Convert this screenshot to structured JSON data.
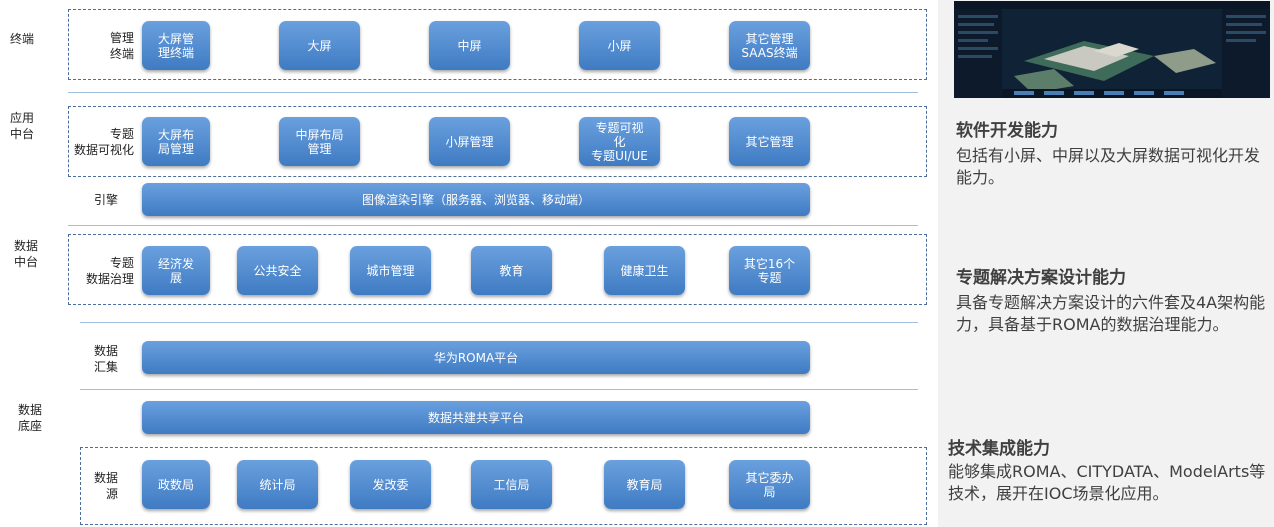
{
  "side_labels": {
    "terminal": "终端",
    "app_center": "应用\n中台",
    "data_center": "数据\n中台",
    "data_base": "数据\n底座"
  },
  "rows": {
    "terminal": {
      "label": "管理\n终端",
      "items": [
        "大屏管\n理终端",
        "大屏",
        "中屏",
        "小屏",
        "其它管理\nSAAS终端"
      ]
    },
    "visual": {
      "label": "专题\n数据可视化",
      "items": [
        "大屏布\n局管理",
        "中屏布局\n管理",
        "小屏管理",
        "专题可视\n化\n专题UI/UE",
        "其它管理"
      ]
    },
    "engine": {
      "label": "引擎",
      "bar": "图像渲染引擎（服务器、浏览器、移动端）"
    },
    "governance": {
      "label": "专题\n数据治理",
      "items": [
        "经济发\n展",
        "公共安全",
        "城市管理",
        "教育",
        "健康卫生",
        "其它16个\n专题"
      ]
    },
    "collect": {
      "label": "数据\n汇集",
      "bar": "华为ROMA平台"
    },
    "share": {
      "bar": "数据共建共享平台"
    },
    "source": {
      "label": "数据\n源",
      "items": [
        "政数局",
        "统计局",
        "发改委",
        "工信局",
        "教育局",
        "其它委办\n局"
      ]
    }
  },
  "captions": [
    {
      "title": "软件开发能力",
      "body": "包括有小屏、中屏以及大屏数据可视化开发能力。"
    },
    {
      "title": "专题解决方案设计能力",
      "body": "具备专题解决方案设计的六件套及4A架构能力，具备基于ROMA的数据治理能力。"
    },
    {
      "title": "技术集成能力",
      "body": "能够集成ROMA、CITYDATA、ModelArts等技术，展开在IOC场景化应用。"
    }
  ],
  "colors": {
    "button": "#4f8ad0",
    "dash": "#4a6da0",
    "panel": "#f2f2f2"
  }
}
